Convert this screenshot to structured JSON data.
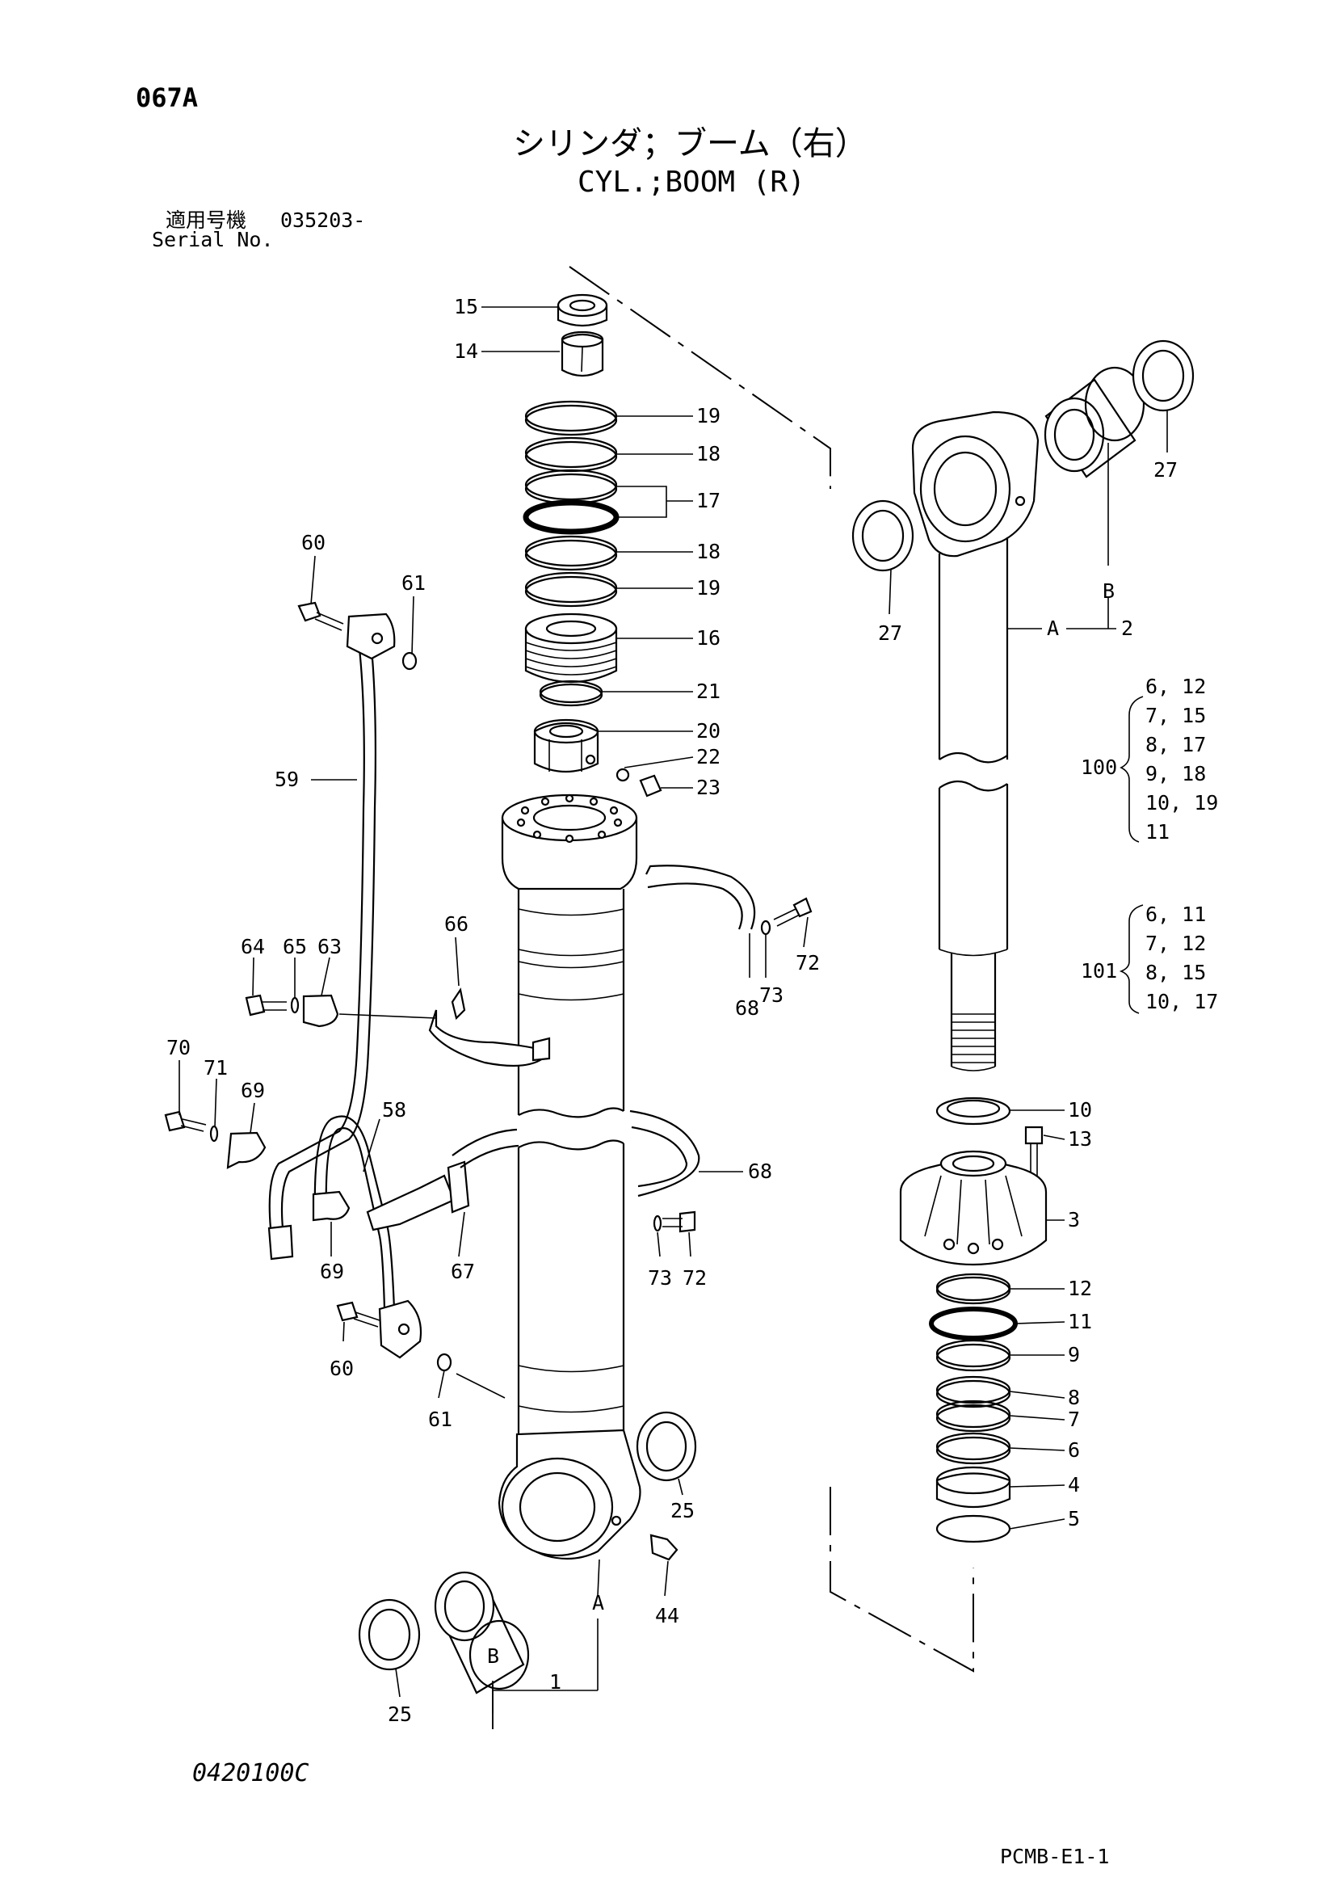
{
  "page_code": "067A",
  "title_jp": "シリンダ；ブーム（右）",
  "title_en": "CYL.;BOOM (R)",
  "serial": {
    "label_jp": "適用号機",
    "value": "035203-",
    "label_en": "Serial No."
  },
  "doc_code": "0420100C",
  "page_ref": "PCMB-E1-1",
  "callouts": {
    "c15": "15",
    "c14": "14",
    "c19a": "19",
    "c18a": "18",
    "c17": "17",
    "c18b": "18",
    "c19b": "19",
    "c16": "16",
    "c21": "21",
    "c20": "20",
    "c22": "22",
    "c23": "23",
    "c60a": "60",
    "c61a": "61",
    "c59": "59",
    "c66": "66",
    "c64": "64",
    "c65": "65",
    "c63": "63",
    "c72a": "72",
    "c73a": "73",
    "c68a": "68",
    "c70": "70",
    "c71": "71",
    "c69a": "69",
    "c58": "58",
    "c68b": "68",
    "c67": "67",
    "c73b": "73",
    "c72b": "72",
    "c69b": "69",
    "c60b": "60",
    "c61b": "61",
    "c25a": "25",
    "c44": "44",
    "cAleft": "A",
    "cBleft": "B",
    "c1": "1",
    "c25b": "25",
    "c27a": "27",
    "c27b": "27",
    "cBright": "B",
    "cAright": "A",
    "c2": "2",
    "c10": "10",
    "c13": "13",
    "c3": "3",
    "c12": "12",
    "c11": "11",
    "c9": "9",
    "c8": "8",
    "c7": "7",
    "c6": "6",
    "c4": "4",
    "c5": "5"
  },
  "kit_100": {
    "label": "100",
    "lines": [
      "6, 12",
      "7, 15",
      "8, 17",
      "9, 18",
      "10, 19",
      "11"
    ]
  },
  "kit_101": {
    "label": "101",
    "lines": [
      "6, 11",
      "7, 12",
      "8, 15",
      "10, 17"
    ]
  }
}
